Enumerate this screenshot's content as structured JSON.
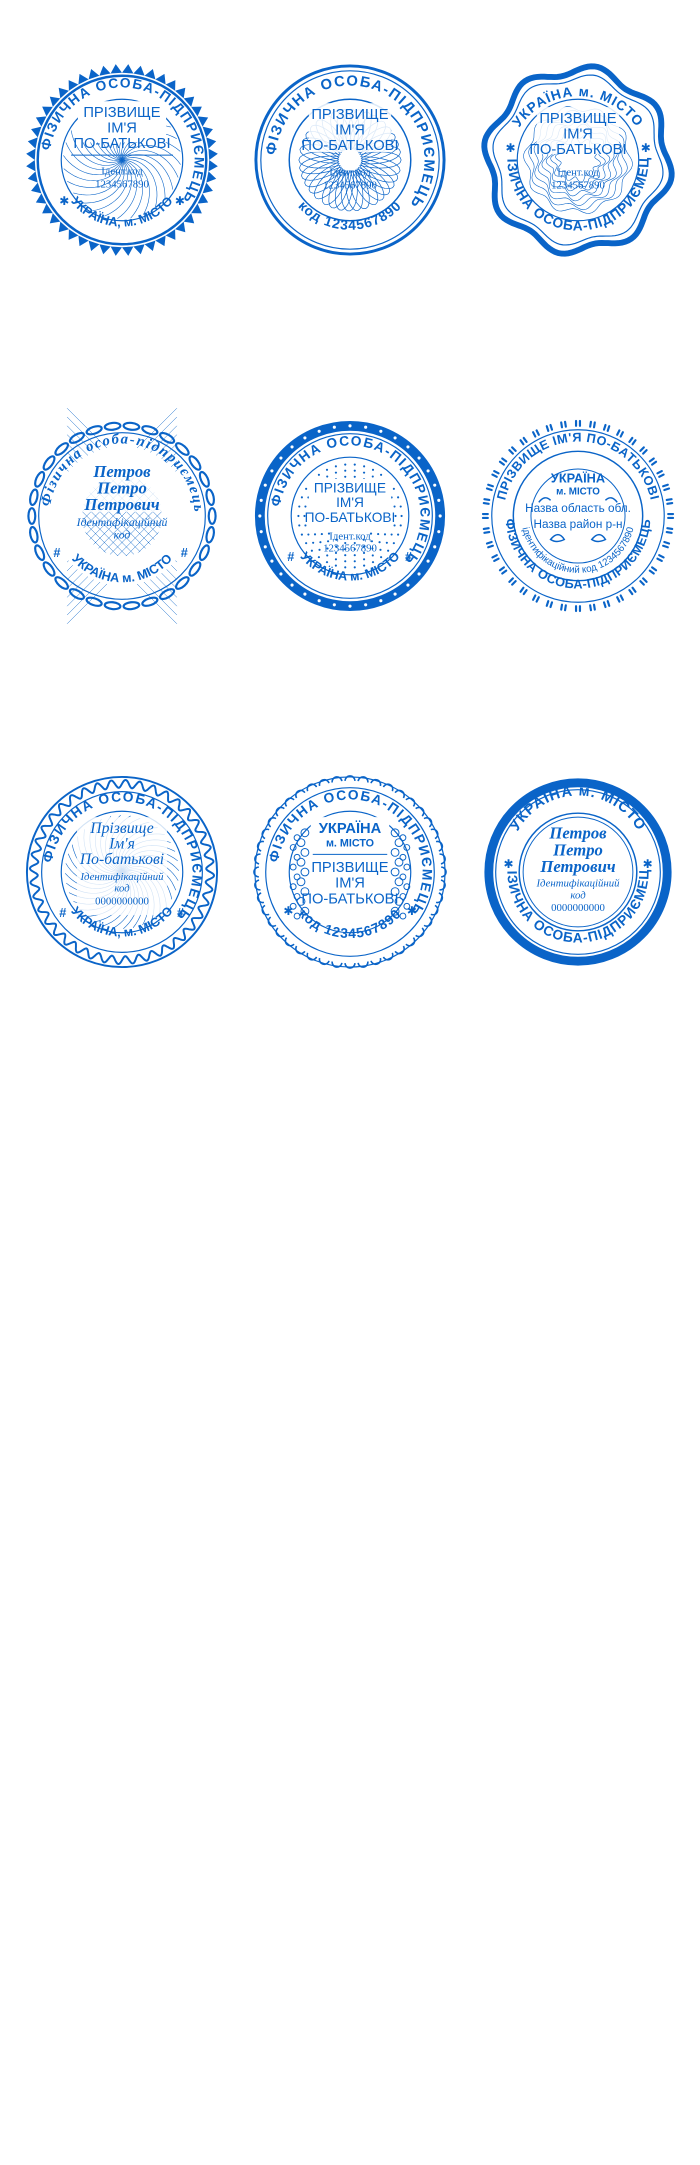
{
  "colors": {
    "ink": "#0a64c8",
    "background": "#ffffff"
  },
  "stamps": [
    {
      "id": "s1",
      "style": "triangle-edge",
      "outer": "ФІЗИЧНА ОСОБА-ПІДПРИЄМЕЦЬ",
      "bottom": "УКРАЇНА, м. МІСТО",
      "lines": [
        "ПРІЗВИЩЕ",
        "ІМ'Я",
        "ПО-БАТЬКОВІ",
        "Ідент.код",
        "1234567890"
      ]
    },
    {
      "id": "s2",
      "style": "double-ring",
      "outer": "ФІЗИЧНА ОСОБА-ПІДПРИЄМЕЦЬ",
      "bottom": "код 1234567890",
      "lines": [
        "ПРІЗВИЩЕ",
        "ІМ'Я",
        "ПО-БАТЬКОВІ",
        "Ідент.код",
        "1234567890"
      ]
    },
    {
      "id": "s3",
      "style": "wavy-edge",
      "outer": "УКРАЇНА м. МІСТО",
      "bottom": "ФІЗИЧНА ОСОБА-ПІДПРИЄМЕЦЬ",
      "lines": [
        "ПРІЗВИЩЕ",
        "ІМ'Я",
        "ПО-БАТЬКОВІ",
        "Ідент.код",
        "1234567890"
      ]
    },
    {
      "id": "s4",
      "style": "chain-edge",
      "outer": "Фізична особа-підприємець",
      "bottom": "УКРАЇНА м. МІСТО",
      "lines": [
        "Петров",
        "Петро",
        "Петрович",
        "Ідентифікаційний",
        "код"
      ]
    },
    {
      "id": "s5",
      "style": "star-band",
      "outer": "ФІЗИЧНА ОСОБА-ПІДПРИЄМЕЦЬ",
      "bottom": "УКРАЇНА м. МІСТО",
      "lines": [
        "ПРІЗВИЩЕ",
        "ІМ'Я",
        "ПО-БАТЬКОВІ",
        "Ідент.код",
        "1234567890"
      ]
    },
    {
      "id": "s6",
      "style": "quote-edge",
      "outer": "ПРІЗВИЩЕ ІМ'Я ПО-БАТЬКОВІ",
      "bottom": "ФІЗИЧНА ОСОБА-ПІДПРИЄМЕЦЬ",
      "inner": "ідентифікаційний код 1234567890",
      "lines": [
        "УКРАЇНА",
        "м. МІСТО",
        "Назва область обл.",
        "Назва район р-н"
      ]
    },
    {
      "id": "s7",
      "style": "wave-border",
      "outer": "ФІЗИЧНА ОСОБА-ПІДПРИЄМЕЦЬ",
      "bottom": "УКРАЇНА, м. МІСТО",
      "lines": [
        "Прізвище",
        "Ім'я",
        "По-батькові",
        "Ідентифікаційний",
        "код",
        "0000000000"
      ]
    },
    {
      "id": "s8",
      "style": "wave-dots",
      "outer": "ФІЗИЧНА ОСОБА-ПІДПРИЄМЕЦЬ",
      "bottom": "код 1234567890",
      "lines": [
        "УКРАЇНА",
        "м. МІСТО",
        "ПРІЗВИЩЕ",
        "ІМ'Я",
        "ПО-БАТЬКОВІ"
      ]
    },
    {
      "id": "s9",
      "style": "thick-ring",
      "outer": "УКРАЇНА м. МІСТО",
      "bottom": "ФІЗИЧНА ОСОБА-ПІДПРИЄМЕЦЬ",
      "lines": [
        "Петров",
        "Петро",
        "Петрович",
        "Ідентифікаційний",
        "код",
        "0000000000"
      ]
    }
  ]
}
